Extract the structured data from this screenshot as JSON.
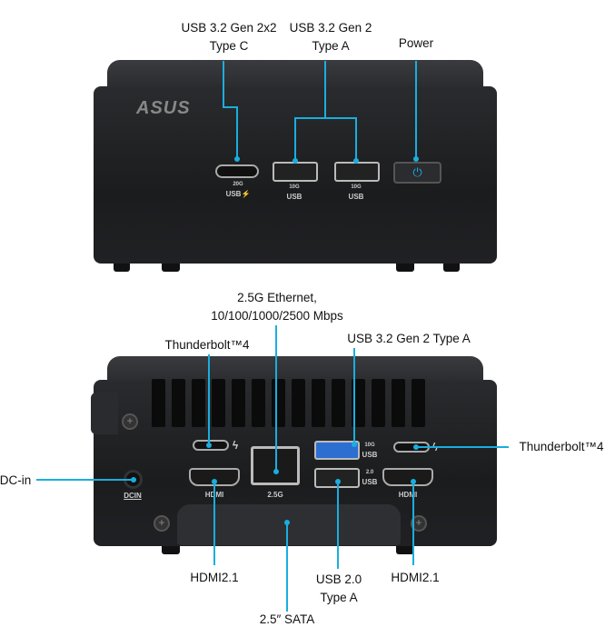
{
  "front": {
    "brand_logo": "ASUS",
    "labels": {
      "usb_c_line1": "USB 3.2 Gen 2x2",
      "usb_c_line2": "Type C",
      "usb_a_line1": "USB 3.2 Gen 2",
      "usb_a_line2": "Type A",
      "power": "Power"
    },
    "port_marks": {
      "usb_c_speed": "20G",
      "usb_c_name": "USB⚡",
      "usb_a1_speed": "10G",
      "usb_a1_name": "USB",
      "usb_a2_speed": "10G",
      "usb_a2_name": "USB"
    },
    "power_icon": "⏻"
  },
  "rear": {
    "labels": {
      "ethernet_line1": "2.5G Ethernet,",
      "ethernet_line2": "10/100/1000/2500 Mbps",
      "thunderbolt_left": "Thunderbolt™4",
      "usb_gen2": "USB 3.2 Gen 2 Type A",
      "thunderbolt_right": "Thunderbolt™4",
      "dc_in": "DC-in",
      "hdmi_left": "HDMI2.1",
      "usb2_line1": "USB 2.0",
      "usb2_line2": "Type A",
      "hdmi_right": "HDMI2.1",
      "sata": "2.5″ SATA"
    },
    "port_marks": {
      "dcin": "DCIN",
      "hdmi_left": "HDMI",
      "lan": "2.5G",
      "usb3_speed": "10G",
      "usb3_name": "USB",
      "usb2_speed": "2.0",
      "usb2_name": "USB",
      "hdmi_right": "HDMI",
      "tb_symbol": "ϟ"
    }
  },
  "colors": {
    "callout": "#19aee0",
    "device": "#1e1f21"
  }
}
